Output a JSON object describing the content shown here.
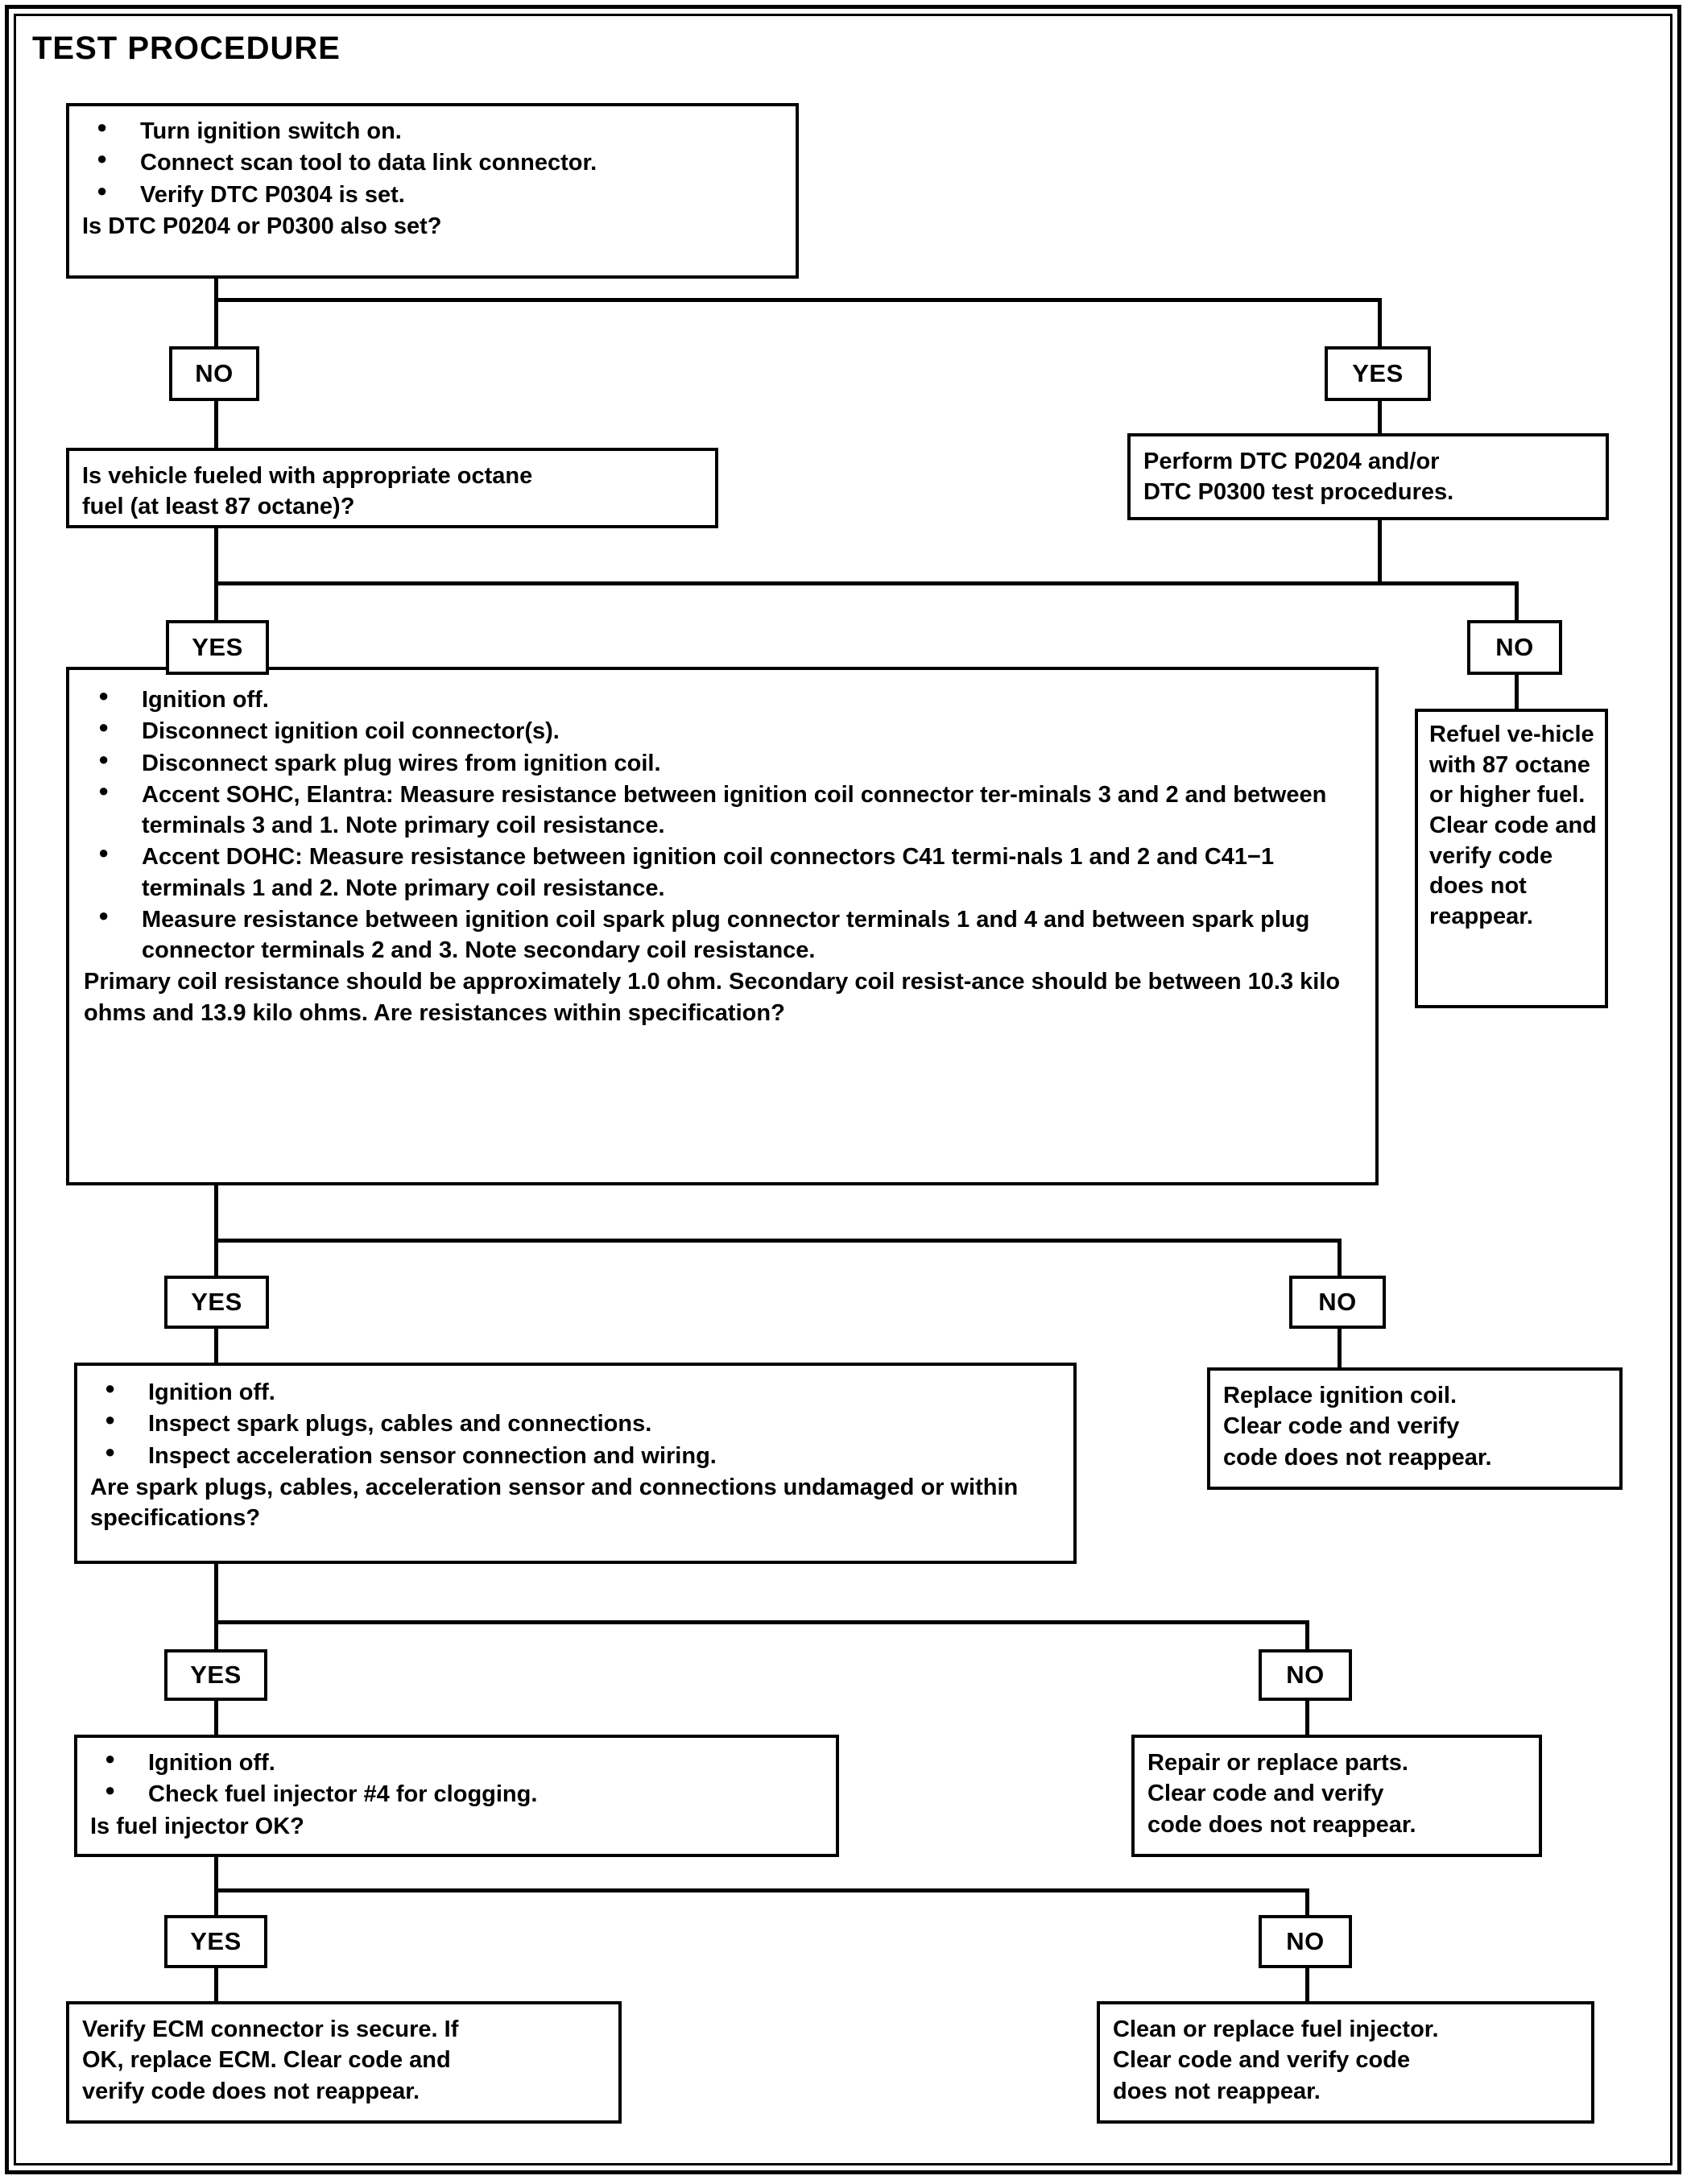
{
  "title": "TEST PROCEDURE",
  "labels": {
    "yes": "YES",
    "no": "NO"
  },
  "boxes": {
    "start": {
      "bullets": [
        "Turn ignition switch on.",
        "Connect scan tool to data link connector.",
        "Verify DTC P0304 is set."
      ],
      "question": "Is DTC P0204 or P0300 also set?"
    },
    "perform_dtc": {
      "line1": "Perform DTC P0204 and/or",
      "line2": "DTC P0300 test procedures."
    },
    "octane_question": {
      "line1": "Is vehicle fueled with appropriate octane",
      "line2": "fuel (at least 87 octane)?"
    },
    "refuel": {
      "text": "Refuel ve-hicle with 87 octane or higher fuel. Clear code and verify code does not reappear."
    },
    "resistance": {
      "bullets": [
        "Ignition off.",
        "Disconnect ignition coil connector(s).",
        "Disconnect spark plug wires from ignition coil.",
        "Accent SOHC, Elantra: Measure resistance between ignition coil connector ter-minals 3 and 2 and between terminals 3 and 1.  Note primary coil resistance.",
        "Accent DOHC: Measure resistance between ignition coil connectors C41  termi-nals 1 and 2 and C41−1 terminals 1 and 2.  Note primary coil resistance.",
        "Measure resistance between ignition coil spark plug connector terminals 1 and 4 and between spark plug connector terminals 2 and 3.  Note secondary coil resistance."
      ],
      "question": "Primary coil resistance should be approximately 1.0 ohm.  Secondary coil resist-ance should be between 10.3 kilo ohms and 13.9 kilo ohms.  Are resistances within specification?"
    },
    "replace_coil": {
      "line1": "Replace ignition coil.",
      "line2": "Clear code and verify",
      "line3": "code does not reappear."
    },
    "inspect": {
      "bullets": [
        "Ignition off.",
        "Inspect spark plugs, cables and connections.",
        "Inspect acceleration sensor connection and wiring."
      ],
      "question": "Are spark plugs, cables, acceleration sensor and connections undamaged or within specifications?"
    },
    "repair_parts": {
      "line1": "Repair or replace parts.",
      "line2": "Clear code and verify",
      "line3": "code does not reappear."
    },
    "injector": {
      "bullets": [
        "Ignition off.",
        "Check fuel injector #4 for clogging."
      ],
      "question": "Is fuel injector OK?"
    },
    "ecm": {
      "line1": "Verify ECM connector is secure. If",
      "line2": "OK, replace ECM. Clear code and",
      "line3": "verify code does not reappear."
    },
    "clean_injector": {
      "line1": "Clean or replace fuel injector.",
      "line2": "Clear code and verify code",
      "line3": "does not reappear."
    }
  }
}
